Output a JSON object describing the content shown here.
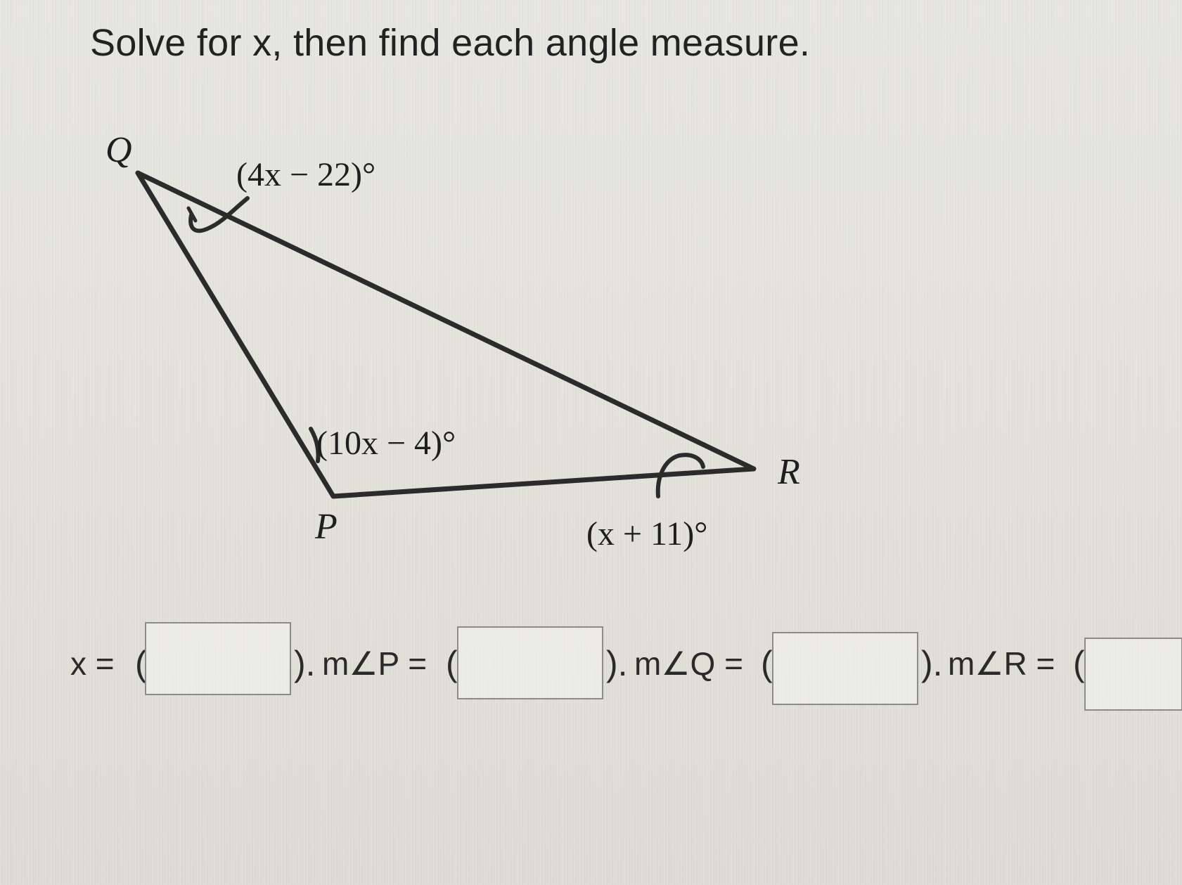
{
  "instructions": "Solve for x, then find each angle measure.",
  "figure": {
    "vertex_q": "Q",
    "vertex_p": "P",
    "vertex_r": "R",
    "angle_q": "(4x − 22)°",
    "angle_p": "(10x − 4)°",
    "angle_r": "(x + 11)°"
  },
  "answers": {
    "x_label": "x =",
    "p_label": "m∠P =",
    "q_label": "m∠Q =",
    "r_label": "m∠R =",
    "open_paren": "(",
    "close_sep": ").",
    "x_value": "",
    "p_value": "",
    "q_value": "",
    "r_value": ""
  }
}
